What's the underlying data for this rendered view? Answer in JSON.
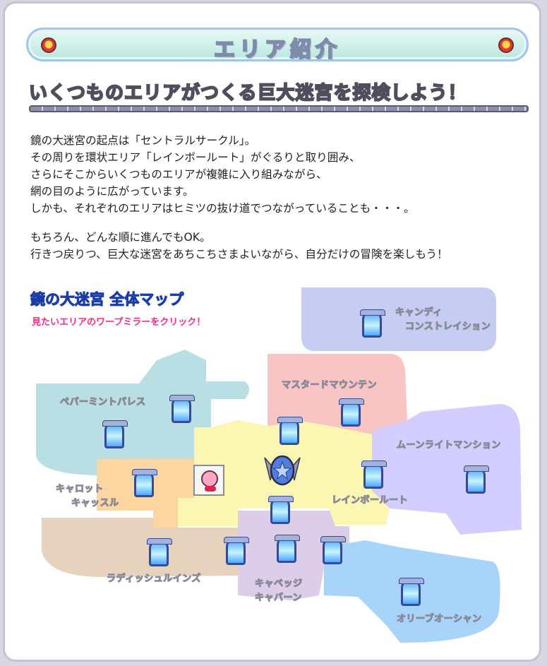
{
  "header": {
    "title": "エリア紹介"
  },
  "subtitle": "いくつものエリアがつくる巨大迷宮を探検しよう！",
  "intro": {
    "lines": [
      "鏡の大迷宮の起点は「セントラルサークル」。",
      "その周りを環状エリア「レインボールート」がぐるりと取り囲み、",
      "さらにそこからいくつものエリアが複雑に入り組みながら、",
      "網の目のように広がっています。",
      "しかも、それぞれのエリアはヒミツの抜け道でつながっていることも・・・。"
    ],
    "lines2": [
      "もちろん、どんな順に進んでもOK。",
      "行きつ戻りつ、巨大な迷宮をあちこちさまよいながら、自分だけの冒険を楽しもう！"
    ]
  },
  "map": {
    "title": "鏡の大迷宮 全体マップ",
    "hint": "見たいエリアのワープミラーをクリック！",
    "areas": {
      "candy": {
        "line1": "キャンディ",
        "line2": "コンストレイション",
        "color": "#c7ccf2"
      },
      "peppermint": {
        "line1": "ペパーミントパレス",
        "color": "#b9dfe4"
      },
      "mustard": {
        "line1": "マスタードマウンテン",
        "color": "#f8c4c4"
      },
      "moonlight": {
        "line1": "ムーンライトマンション",
        "color": "#d4ceff"
      },
      "carrot": {
        "line1": "キャロット",
        "line2": "キャッスル",
        "color": "#fcd6a0"
      },
      "rainbow": {
        "line1": "レインボールート",
        "color": "#fbf6b2"
      },
      "radish": {
        "line1": "ラディッシュルインズ",
        "color": "#e7d3bd"
      },
      "cabbage": {
        "line1": "キャベッジ",
        "line2": "キャバーン",
        "color": "#dccde8"
      },
      "olive": {
        "line1": "オリーブオーシャン",
        "color": "#a9d4fa"
      }
    }
  }
}
